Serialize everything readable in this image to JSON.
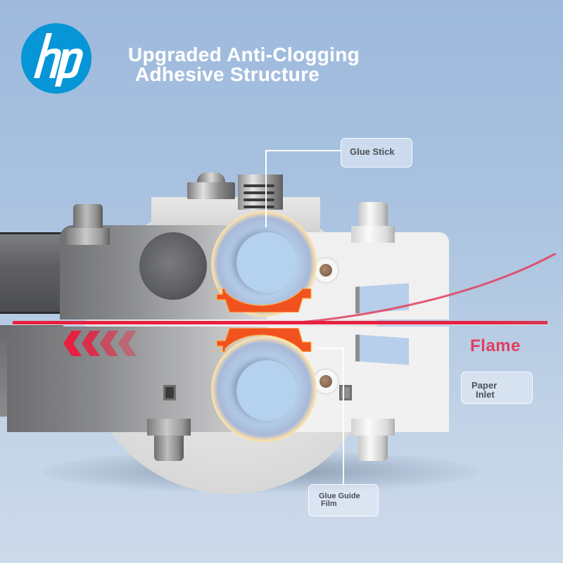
{
  "brand": {
    "logo_text": "hp",
    "logo_color": "#0696d7"
  },
  "header": {
    "title_line1": "Upgraded Anti-Clogging",
    "title_line2": "Adhesive Structure"
  },
  "callouts": {
    "glue_stick": "Glue Stick",
    "flame": "Flame",
    "paper_inlet_line1": "Paper",
    "paper_inlet_line2": "Inlet",
    "glue_guide_film_line1": "Glue Guide",
    "glue_guide_film_line2": "Film"
  },
  "colors": {
    "background": "#a9c2e0",
    "paper_line": "#e8203f",
    "flame_text": "#e03f5e",
    "heater_orange": "#f0531f",
    "roller_blue": "#b4d1ef",
    "label_text": "#4a4f57"
  },
  "icons": {
    "direction": "chevron-left-icon x4"
  }
}
